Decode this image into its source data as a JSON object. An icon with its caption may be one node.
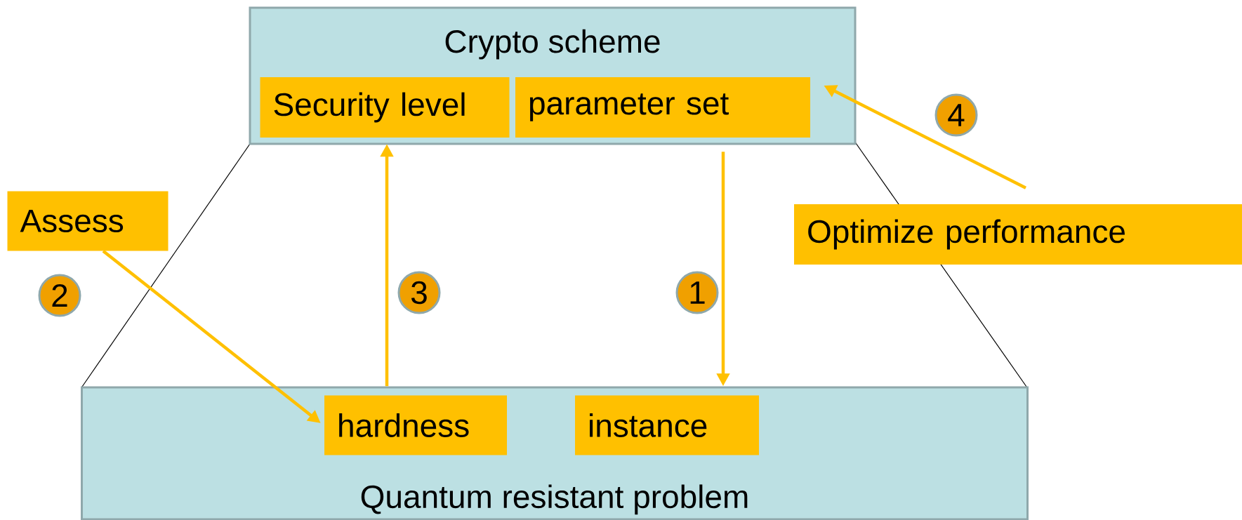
{
  "diagram": {
    "nodes": [
      {
        "text": [
          "Crypto scheme"
        ]
      },
      {
        "text": [
          "Security level"
        ],
        "in": 0
      },
      {
        "text": [
          "parameter set"
        ],
        "in": 0
      },
      {
        "text": [
          "4"
        ]
      },
      {
        "text": [
          "Assess"
        ]
      },
      {
        "text": [
          "Optimize performance"
        ]
      },
      {
        "text": [
          "2"
        ]
      },
      {
        "text": [
          "3"
        ]
      },
      {
        "text": [
          "1"
        ]
      },
      {
        "text": [
          "Quantum resistant problem"
        ]
      },
      {
        "text": [
          "hardness"
        ],
        "in": 9
      },
      {
        "text": [
          "instance"
        ],
        "in": 9
      }
    ],
    "edges": [
      {
        "from": 2,
        "to": 11,
        "arrow": "to"
      },
      {
        "from": 4,
        "to": 10,
        "arrow": "to"
      },
      {
        "from": 10,
        "to": 1,
        "arrow": "to"
      },
      {
        "from": 5,
        "to": 2,
        "arrow": "to"
      }
    ]
  }
}
